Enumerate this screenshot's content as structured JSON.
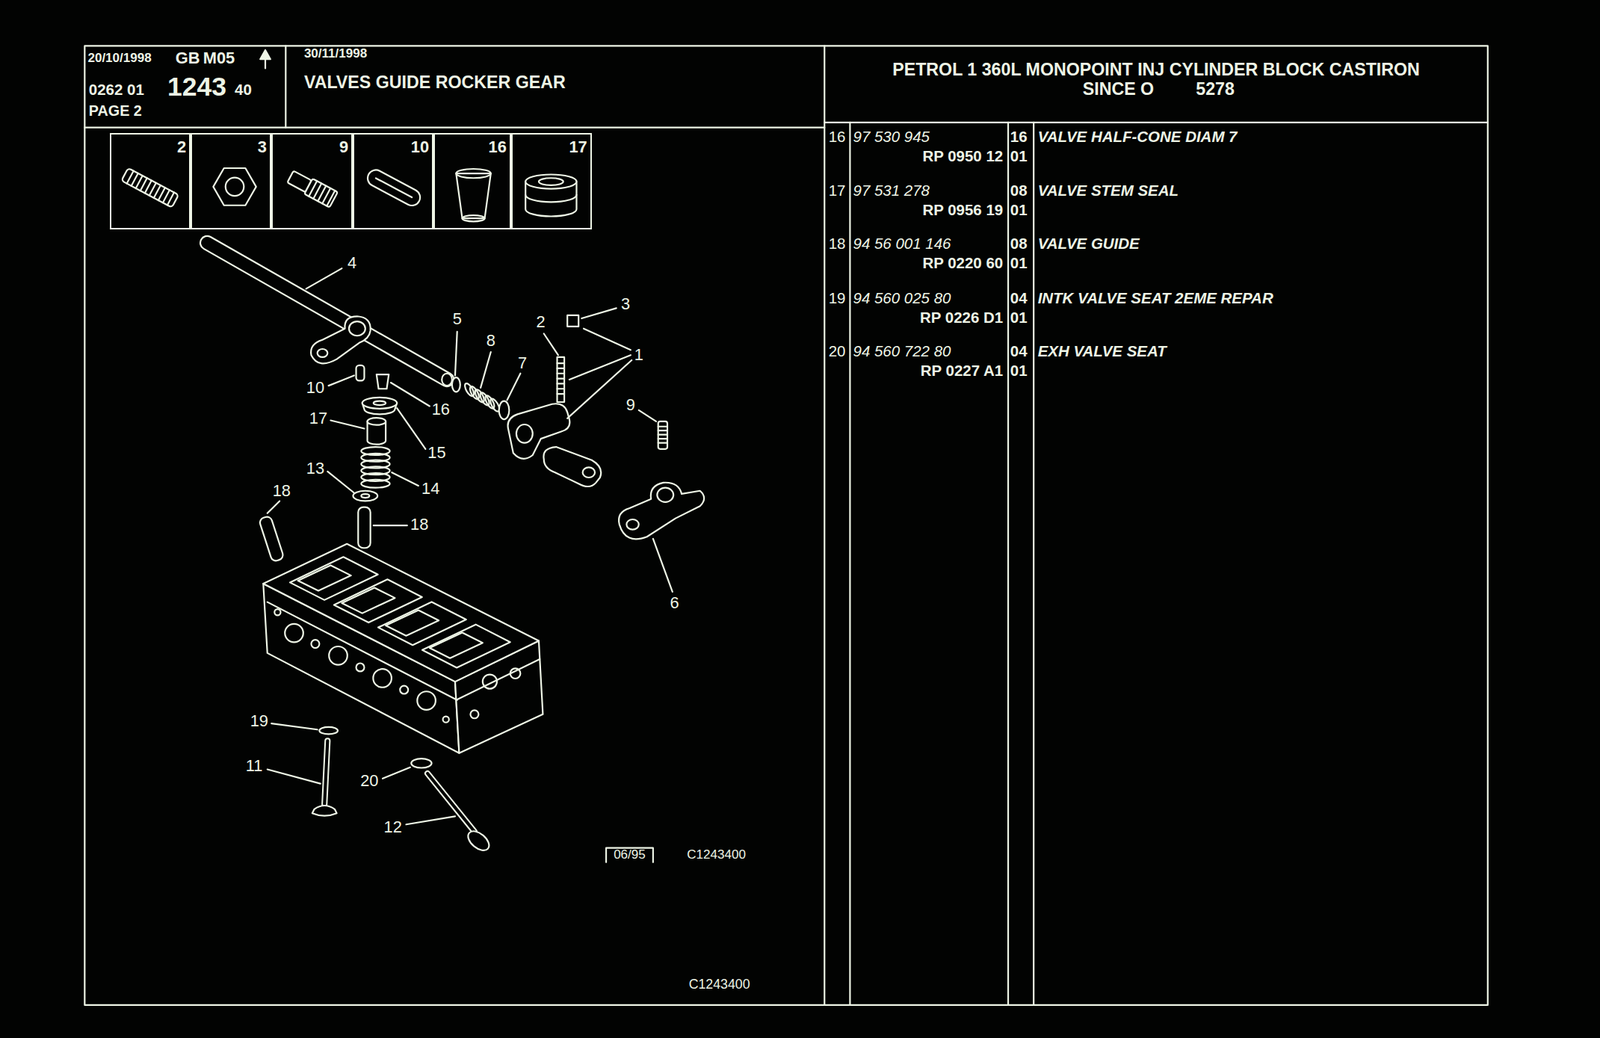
{
  "diagram": {
    "nodes": [
      {
        "text": [
          "20/10/1998",
          "GB",
          "M05",
          "0262 01",
          "1243",
          "40",
          "PAGE 2"
        ]
      },
      {
        "text": [
          "30/11/1998",
          "VALVES GUIDE ROCKER GEAR"
        ]
      },
      {
        "text": [
          "PETROL 1 360L MONOPOINT INJ CYLINDER BLOCK CASTIRON",
          "SINCE O",
          "5278"
        ]
      },
      {
        "text": [
          "2"
        ]
      },
      {
        "text": [
          "3"
        ]
      },
      {
        "text": [
          "9"
        ]
      },
      {
        "text": [
          "10"
        ]
      },
      {
        "text": [
          "16"
        ]
      },
      {
        "text": [
          "17"
        ]
      }
    ],
    "labels": [
      "16",
      "97 530 945",
      "RP 0950 12",
      "16",
      "01",
      "VALVE HALF-CONE DIAM 7",
      "17",
      "97 531 278",
      "RP 0956 19",
      "08",
      "01",
      "VALVE STEM SEAL",
      "18",
      "94 56 001 146",
      "RP 0220 60",
      "08",
      "01",
      "VALVE GUIDE",
      "19",
      "94 560 025 80",
      "RP 0226 D1",
      "04",
      "01",
      "INTK VALVE SEAT 2EME REPAR",
      "20",
      "94 560 722 80",
      "RP 0227 A1",
      "04",
      "01",
      "EXH VALVE SEAT",
      "4",
      "5",
      "8",
      "7",
      "2",
      "3",
      "1",
      "10",
      "16",
      "15",
      "17",
      "14",
      "13",
      "18",
      "18",
      "9",
      "6",
      "19",
      "11",
      "20",
      "12",
      "06/95",
      "C1243400",
      "C1243400"
    ]
  }
}
